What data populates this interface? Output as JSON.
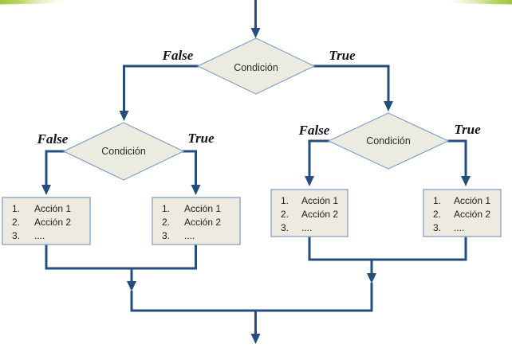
{
  "canvas": {
    "background": "#ffffff",
    "top_edge_accent_color": "#a6c93f"
  },
  "palette": {
    "connector_blue": "#254e7e",
    "shape_fill_beige": "#edebe0",
    "diamond_border_blue": "#7ba1cc",
    "box_border_blue": "#94abc9",
    "branch_label_color": "#12121c",
    "shape_label_color": "#2b2b2b"
  },
  "flowchart": {
    "decisions": {
      "top": {
        "label": "Condición",
        "false_label": "False",
        "true_label": "True"
      },
      "left": {
        "label": "Condición",
        "false_label": "False",
        "true_label": "True"
      },
      "right": {
        "label": "Condición",
        "false_label": "False",
        "true_label": "True"
      }
    },
    "boxes": {
      "far_left": {
        "rows": [
          {
            "n": "1.",
            "t": "Acción 1"
          },
          {
            "n": "2.",
            "t": "Acción 2"
          },
          {
            "n": "3.",
            "t": "...."
          }
        ]
      },
      "mid_left": {
        "rows": [
          {
            "n": "1.",
            "t": "Acción 1"
          },
          {
            "n": "2.",
            "t": "Acción 2"
          },
          {
            "n": "3.",
            "t": "...."
          }
        ]
      },
      "mid_right": {
        "rows": [
          {
            "n": "1.",
            "t": "Acción 1"
          },
          {
            "n": "2.",
            "t": "Acción 2"
          },
          {
            "n": "3.",
            "t": "...."
          }
        ]
      },
      "far_right": {
        "rows": [
          {
            "n": "1.",
            "t": "Acción 1"
          },
          {
            "n": "2.",
            "t": "Acción 2"
          },
          {
            "n": "3.",
            "t": "...."
          }
        ]
      }
    }
  }
}
